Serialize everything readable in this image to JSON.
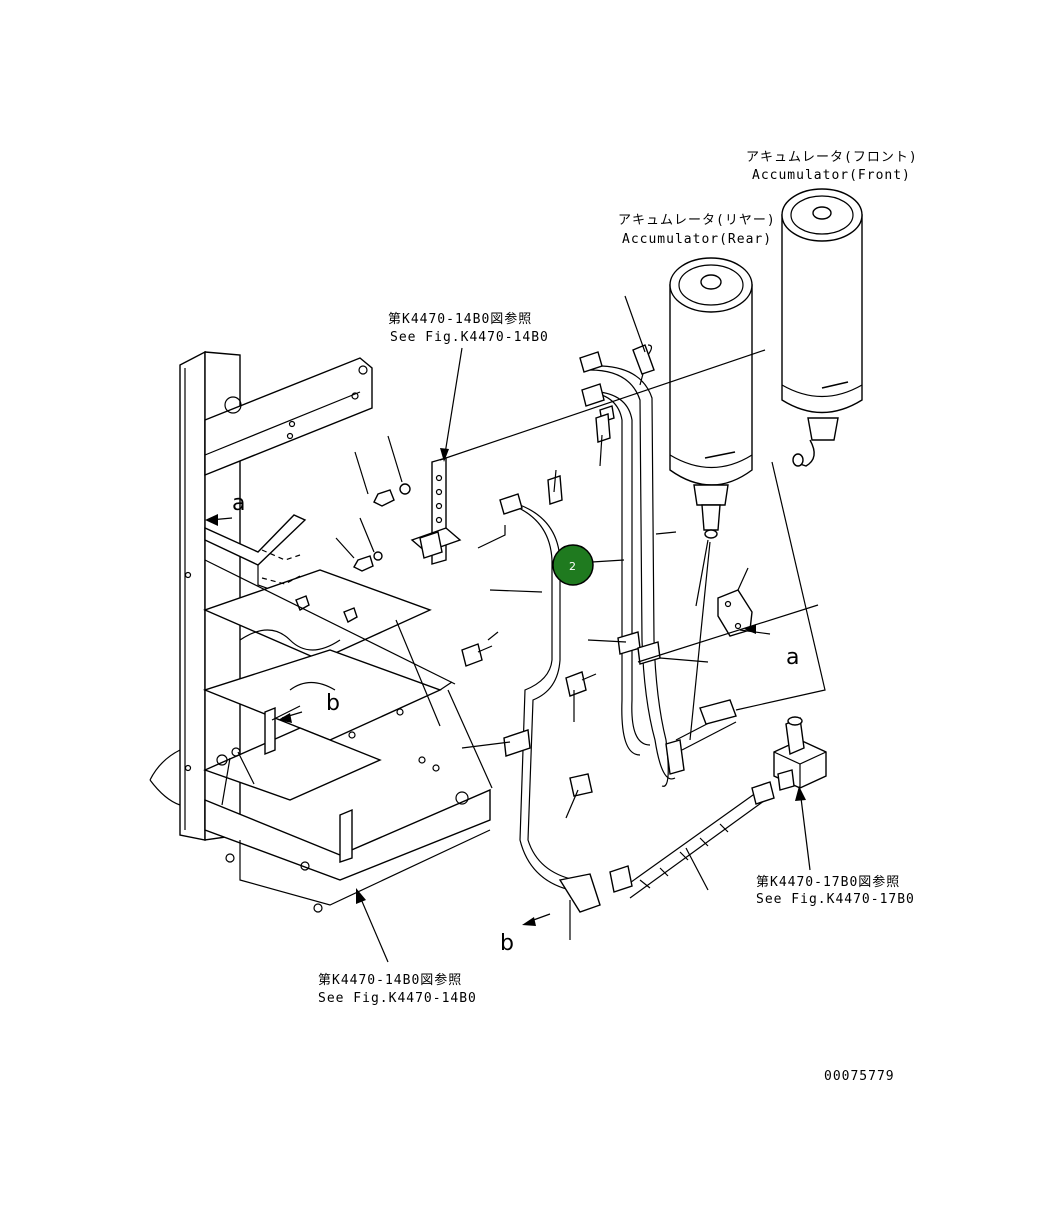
{
  "labels": {
    "front_jp": "アキュムレータ(フロント)",
    "front_en": "Accumulator(Front)",
    "rear_jp": "アキュムレータ(リヤー)",
    "rear_en": "Accumulator(Rear)",
    "ref_top_jp": "第K4470-14B0図参照",
    "ref_top_en": "See Fig.K4470-14B0",
    "ref_right_jp": "第K4470-17B0図参照",
    "ref_right_en": "See Fig.K4470-17B0",
    "ref_bottom_jp": "第K4470-14B0図参照",
    "ref_bottom_en": "See Fig.K4470-14B0",
    "letter_a_left": "a",
    "letter_a_right": "a",
    "letter_b_mid": "b",
    "letter_b_bottom": "b",
    "callout_2": "2",
    "drawing_number": "00075779"
  },
  "colors": {
    "callout_fill": "#1f7a1f",
    "line": "#000000"
  }
}
